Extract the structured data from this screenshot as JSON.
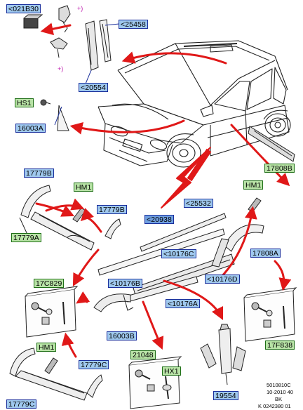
{
  "labels": [
    {
      "id": "021B30",
      "text": "<021B30"
    },
    {
      "id": "25458",
      "text": "<25458"
    },
    {
      "id": "20554",
      "text": "<20554"
    },
    {
      "id": "HS1",
      "text": "HS1"
    },
    {
      "id": "16003A",
      "text": "16003A"
    },
    {
      "id": "17779B_top",
      "text": "17779B"
    },
    {
      "id": "HM1_left",
      "text": "HM1"
    },
    {
      "id": "17779B_mid",
      "text": "17779B"
    },
    {
      "id": "17779A",
      "text": "17779A"
    },
    {
      "id": "17808B",
      "text": "17808B"
    },
    {
      "id": "HM1_right",
      "text": "HM1"
    },
    {
      "id": "25532",
      "text": "<25532"
    },
    {
      "id": "20938",
      "text": "<20938"
    },
    {
      "id": "10176C",
      "text": "<10176C"
    },
    {
      "id": "17808A",
      "text": "17808A"
    },
    {
      "id": "10176D",
      "text": "<10176D"
    },
    {
      "id": "17C829",
      "text": "17C829"
    },
    {
      "id": "10176B",
      "text": "<10176B"
    },
    {
      "id": "10176A",
      "text": "<10176A"
    },
    {
      "id": "16003B",
      "text": "16003B"
    },
    {
      "id": "17F838",
      "text": "17F838"
    },
    {
      "id": "HM1_bottom",
      "text": "HM1"
    },
    {
      "id": "17779C",
      "text": "17779C"
    },
    {
      "id": "21048",
      "text": "21048"
    },
    {
      "id": "HX1",
      "text": "HX1"
    },
    {
      "id": "19554",
      "text": "19554"
    },
    {
      "id": "17779C_bottom",
      "text": "17779C"
    }
  ],
  "plus_marks": [
    "+)",
    "+)"
  ],
  "footer": {
    "line1": "5010810C",
    "line2": "10-2010 40",
    "line3": "BK",
    "line4": "K 0242380 01"
  },
  "colors": {
    "label_blue_fill": "#9fc8ee",
    "label_blue_border": "#1a2f9c",
    "label_green_fill": "#b8e3a6",
    "label_green_border": "#1e6e16",
    "arrow_red": "#e01818",
    "line_art": "#222222"
  }
}
